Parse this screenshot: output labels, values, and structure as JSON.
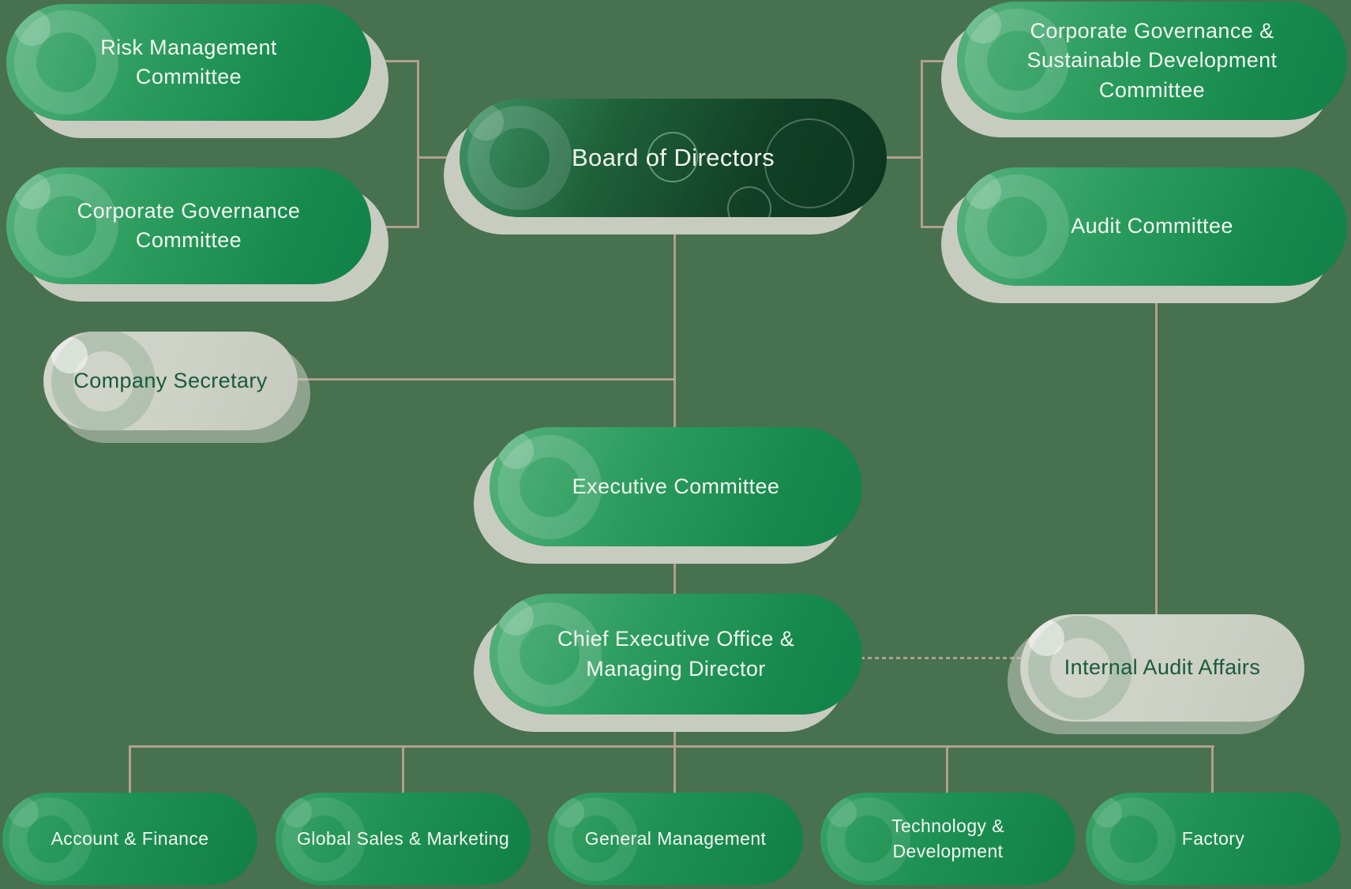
{
  "title": "Organization Chart",
  "palette": {
    "background": "#487150",
    "connector": "#b2a08c",
    "pill_green_light": "#55b27a",
    "pill_green_dark": "#128147",
    "board_green_darkest": "#0c3520",
    "neutral_pill": "#cdd1c6",
    "shadow": "#c8ccc0",
    "text_on_green": "#f2f6f0",
    "text_on_neutral": "#1a5a3c"
  },
  "nodes": {
    "risk": {
      "label": "Risk Management\nCommittee"
    },
    "corp_gov": {
      "label": "Corporate Governance\nCommittee"
    },
    "board": {
      "label": "Board of Directors"
    },
    "cgsd": {
      "label": "Corporate Governance &\nSustainable Development\nCommittee"
    },
    "audit": {
      "label": "Audit Committee"
    },
    "secretary": {
      "label": "Company Secretary"
    },
    "exec": {
      "label": "Executive Committee"
    },
    "ceo": {
      "label": "Chief Executive Office &\nManaging Director"
    },
    "internal_audit": {
      "label": "Internal Audit Affairs"
    },
    "account_finance": {
      "label": "Account & Finance"
    },
    "global_sales": {
      "label": "Global Sales & Marketing"
    },
    "general_mgmt": {
      "label": "General Management"
    },
    "tech_dev": {
      "label": "Technology &\nDevelopment"
    },
    "factory": {
      "label": "Factory"
    }
  },
  "edges": [
    {
      "from": "board",
      "to": "risk",
      "style": "solid"
    },
    {
      "from": "board",
      "to": "corp_gov",
      "style": "solid"
    },
    {
      "from": "board",
      "to": "cgsd",
      "style": "solid"
    },
    {
      "from": "board",
      "to": "audit",
      "style": "solid"
    },
    {
      "from": "board",
      "to": "secretary",
      "style": "solid"
    },
    {
      "from": "board",
      "to": "exec",
      "style": "solid"
    },
    {
      "from": "exec",
      "to": "ceo",
      "style": "solid"
    },
    {
      "from": "ceo",
      "to": "account_finance",
      "style": "solid"
    },
    {
      "from": "ceo",
      "to": "global_sales",
      "style": "solid"
    },
    {
      "from": "ceo",
      "to": "general_mgmt",
      "style": "solid"
    },
    {
      "from": "ceo",
      "to": "tech_dev",
      "style": "solid"
    },
    {
      "from": "ceo",
      "to": "factory",
      "style": "solid"
    },
    {
      "from": "audit",
      "to": "internal_audit",
      "style": "solid"
    },
    {
      "from": "ceo",
      "to": "internal_audit",
      "style": "dotted"
    }
  ]
}
